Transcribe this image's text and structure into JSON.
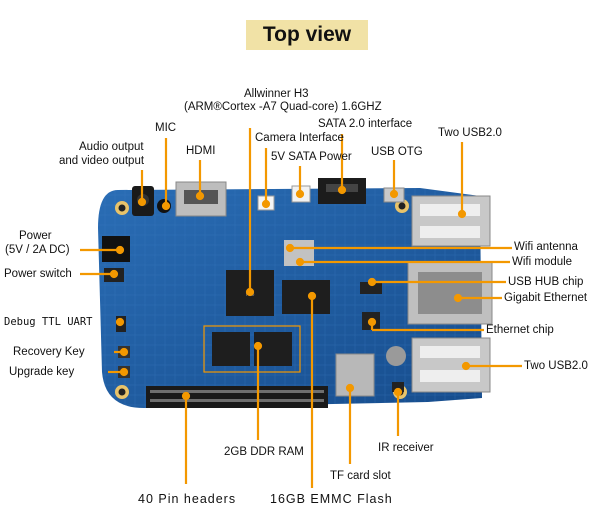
{
  "title": "Top view",
  "labels": {
    "soc_line1": "Allwinner H3",
    "soc_line2": "(ARM®Cortex  -A7 Quad-core) 1.6GHZ",
    "mic": "MIC",
    "audio_line1": "Audio output",
    "audio_line2": "and video output",
    "hdmi": "HDMI",
    "camera": "Camera Interface",
    "sata_iface": "SATA 2.0 interface",
    "sata_power": "5V SATA Power",
    "usb_otg": "USB OTG",
    "two_usb_top": "Two USB2.0",
    "power_line1": "Power",
    "power_line2": "(5V / 2A DC)",
    "power_switch": "Power switch",
    "wifi_antenna": "Wifi antenna",
    "wifi_module": "Wifi module",
    "usb_hub": "USB HUB chip",
    "gigabit": "Gigabit Ethernet",
    "debug_uart": "Debug TTL UART",
    "ethernet_chip": "Ethernet chip",
    "recovery_key": "Recovery Key",
    "upgrade_key": "Upgrade key",
    "two_usb_bottom": "Two USB2.0",
    "ddr_ram": "2GB DDR RAM",
    "ir_receiver": "IR receiver",
    "tf_card": "TF card slot",
    "pin_headers": "40 Pin headers",
    "emmc": "16GB EMMC Flash"
  },
  "colors": {
    "callout": "#f39800",
    "board": "#1f5fa6",
    "title_bg": "#f1e2a6"
  }
}
